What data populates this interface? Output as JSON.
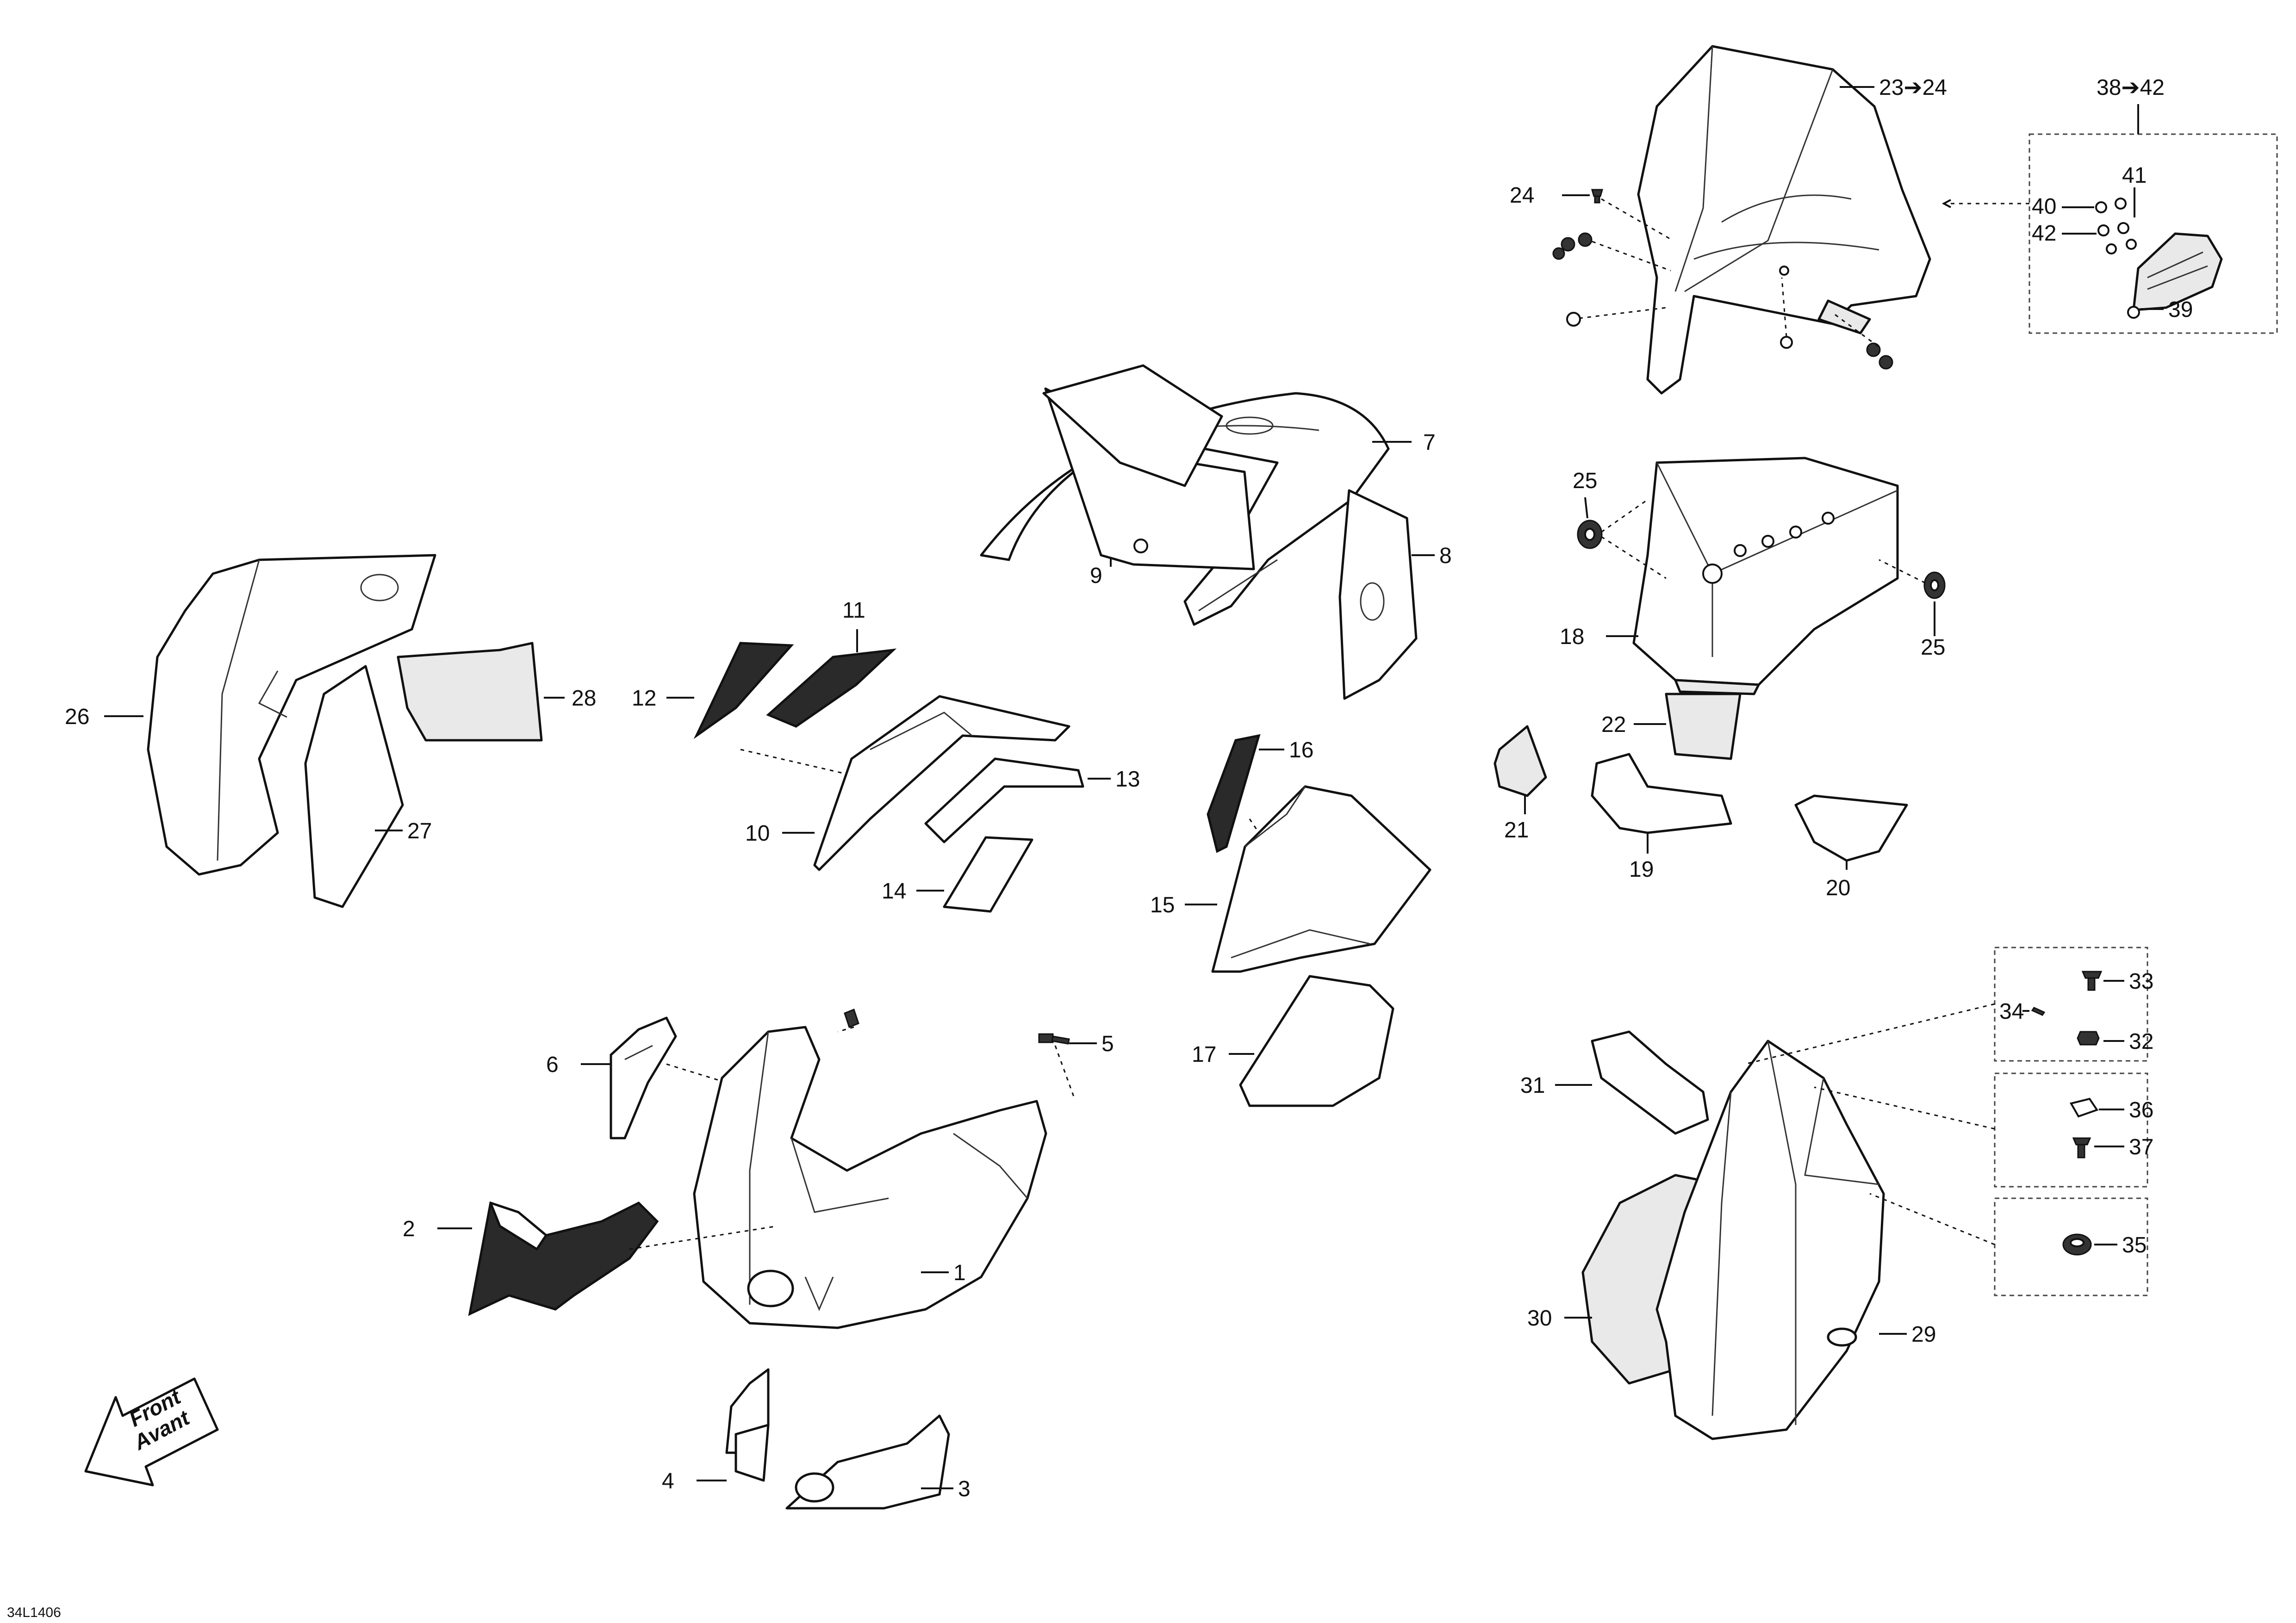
{
  "drawing_ref": "34L1406",
  "direction_arrow": {
    "line1": "Front",
    "line2": "Avant"
  },
  "callouts": {
    "c1": "1",
    "c2": "2",
    "c3": "3",
    "c4": "4",
    "c5": "5",
    "c6": "6",
    "c7": "7",
    "c8": "8",
    "c9": "9",
    "c10": "10",
    "c11": "11",
    "c12": "12",
    "c13": "13",
    "c14": "14",
    "c15": "15",
    "c16": "16",
    "c17": "17",
    "c18": "18",
    "c19": "19",
    "c20": "20",
    "c21": "21",
    "c22": "22",
    "c23_24": "23➔24",
    "c24": "24",
    "c25a": "25",
    "c25b": "25",
    "c26": "26",
    "c27": "27",
    "c28": "28",
    "c29": "29",
    "c30": "30",
    "c31": "31",
    "c32": "32",
    "c33": "33",
    "c34": "34",
    "c35": "35",
    "c36": "36",
    "c37": "37",
    "c38_42": "38➔42",
    "c39": "39",
    "c40": "40",
    "c41": "41",
    "c42": "42"
  },
  "colors": {
    "line": "#111111",
    "mesh": "#2a2a2a",
    "background": "#ffffff"
  }
}
